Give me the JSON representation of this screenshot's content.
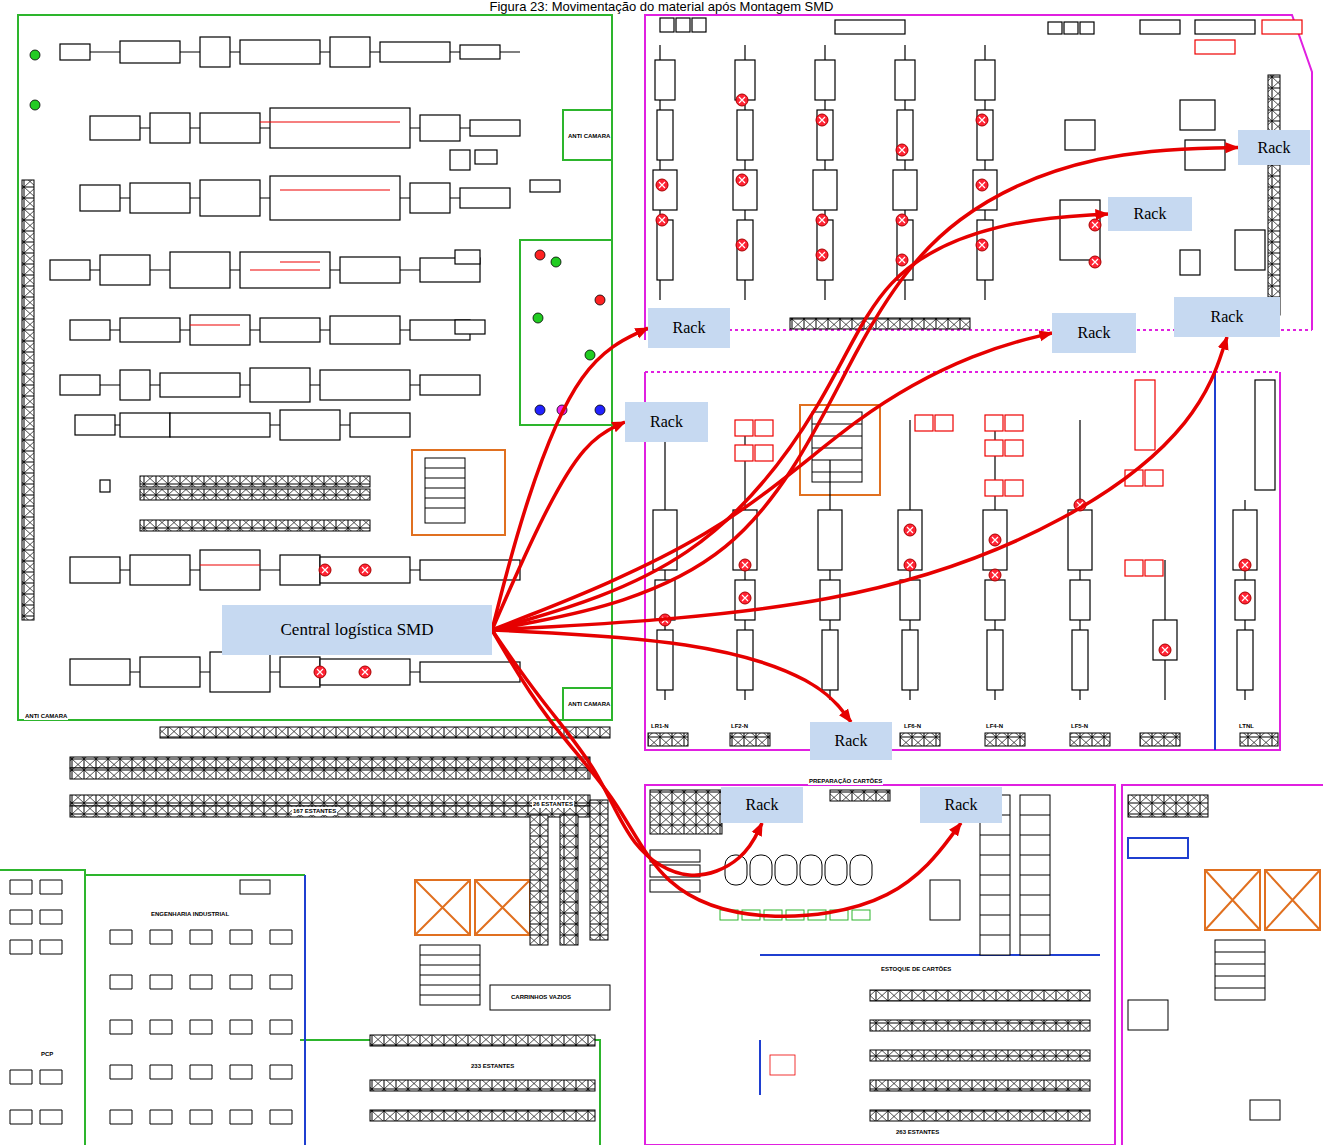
{
  "diagram": {
    "title": "Figura 23: Movimentação do material após Montagem SMD",
    "nodes": [
      {
        "text": [
          "Rack"
        ]
      },
      {
        "text": [
          "Rack"
        ]
      },
      {
        "text": [
          "Rack"
        ]
      },
      {
        "text": [
          "Rack"
        ]
      },
      {
        "text": [
          "Rack"
        ]
      },
      {
        "text": [
          "Rack"
        ]
      },
      {
        "text": [
          "Central logística SMD"
        ]
      },
      {
        "text": [
          "Rack"
        ]
      },
      {
        "text": [
          "Rack"
        ]
      },
      {
        "text": [
          "Rack"
        ]
      }
    ],
    "edges": [
      {
        "from": 6,
        "to": 0,
        "arrow": "to"
      },
      {
        "from": 6,
        "to": 1,
        "arrow": "to"
      },
      {
        "from": 6,
        "to": 2,
        "arrow": "to"
      },
      {
        "from": 6,
        "to": 3,
        "arrow": "to"
      },
      {
        "from": 6,
        "to": 4,
        "arrow": "to"
      },
      {
        "from": 6,
        "to": 5,
        "arrow": "to"
      },
      {
        "from": 6,
        "to": 7,
        "arrow": "to"
      },
      {
        "from": 6,
        "to": 8,
        "arrow": "to"
      },
      {
        "from": 6,
        "to": 9,
        "arrow": "to"
      }
    ],
    "labels": [
      "ANTI CAMARA",
      "ANTI CAMARA",
      "ANTI CAMARA",
      "167 ESTANTES",
      "26 ESTANTES",
      "ENGENHARIA INDUSTRIAL",
      "PCP",
      "CARRINHOS VAZIOS",
      "233 ESTANTES",
      "PREPARAÇÃO CARTÕES",
      "ESTOQUE DE CARTÕES",
      "263 ESTANTES",
      "LR1-N",
      "LF2-N",
      "LF6-N",
      "LF4-N",
      "LF5-N",
      "LTNL"
    ]
  }
}
